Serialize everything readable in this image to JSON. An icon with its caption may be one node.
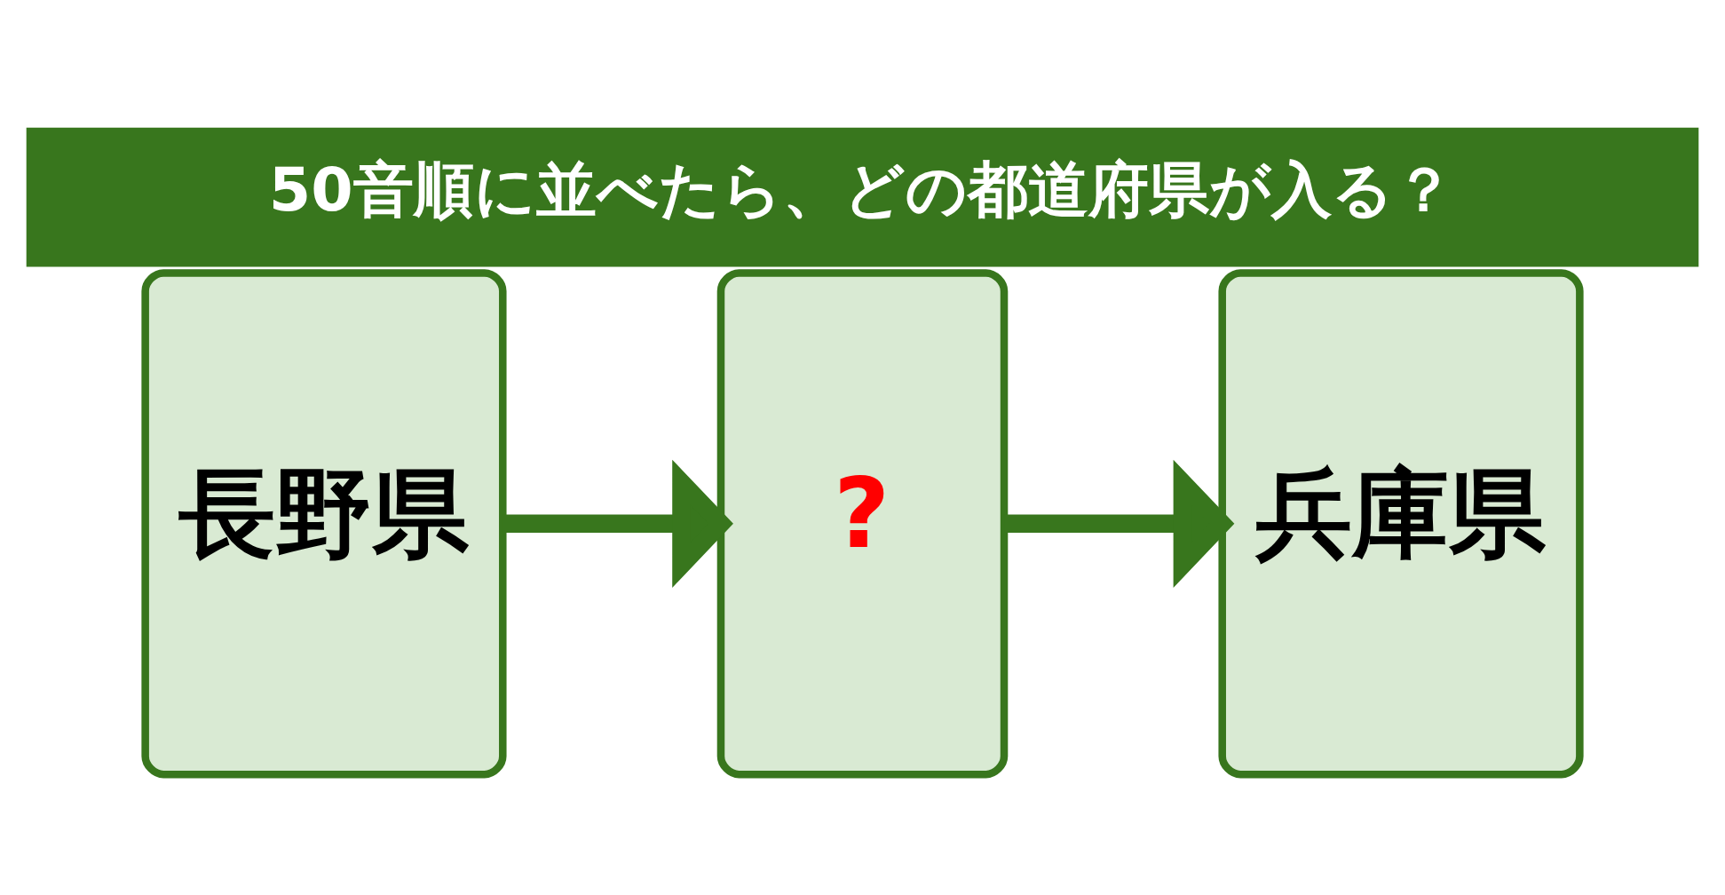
{
  "diagram": {
    "title": "50音順に並べたら、どの都道府県が入る？",
    "nodes": [
      {
        "text": [
          "長野県"
        ]
      },
      {
        "text": [
          "?"
        ]
      },
      {
        "text": [
          "兵庫県"
        ]
      }
    ],
    "edges": [
      {
        "from": 0,
        "to": 1,
        "arrow": "to"
      },
      {
        "from": 1,
        "to": 2,
        "arrow": "to"
      }
    ]
  }
}
